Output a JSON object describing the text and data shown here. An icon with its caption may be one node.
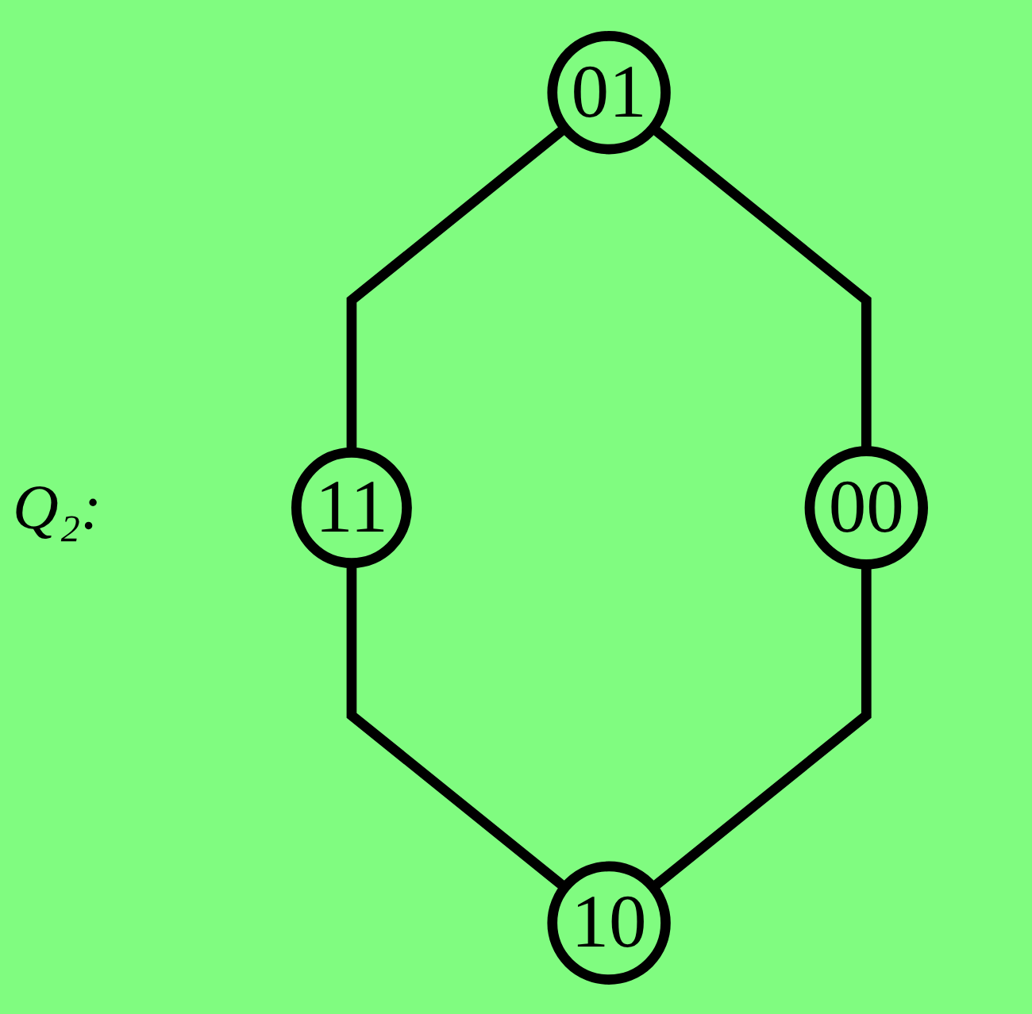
{
  "diagram": {
    "nodes": [
      {
        "text": [
          "01"
        ]
      },
      {
        "text": [
          "11"
        ]
      },
      {
        "text": [
          "00"
        ]
      },
      {
        "text": [
          "10"
        ]
      }
    ],
    "edges": [
      {
        "from": 0,
        "to": 1,
        "arrow": "none"
      },
      {
        "from": 0,
        "to": 2,
        "arrow": "none"
      },
      {
        "from": 1,
        "to": 3,
        "arrow": "none"
      },
      {
        "from": 2,
        "to": 3,
        "arrow": "none"
      }
    ],
    "labels": [
      "Q₂:"
    ]
  }
}
